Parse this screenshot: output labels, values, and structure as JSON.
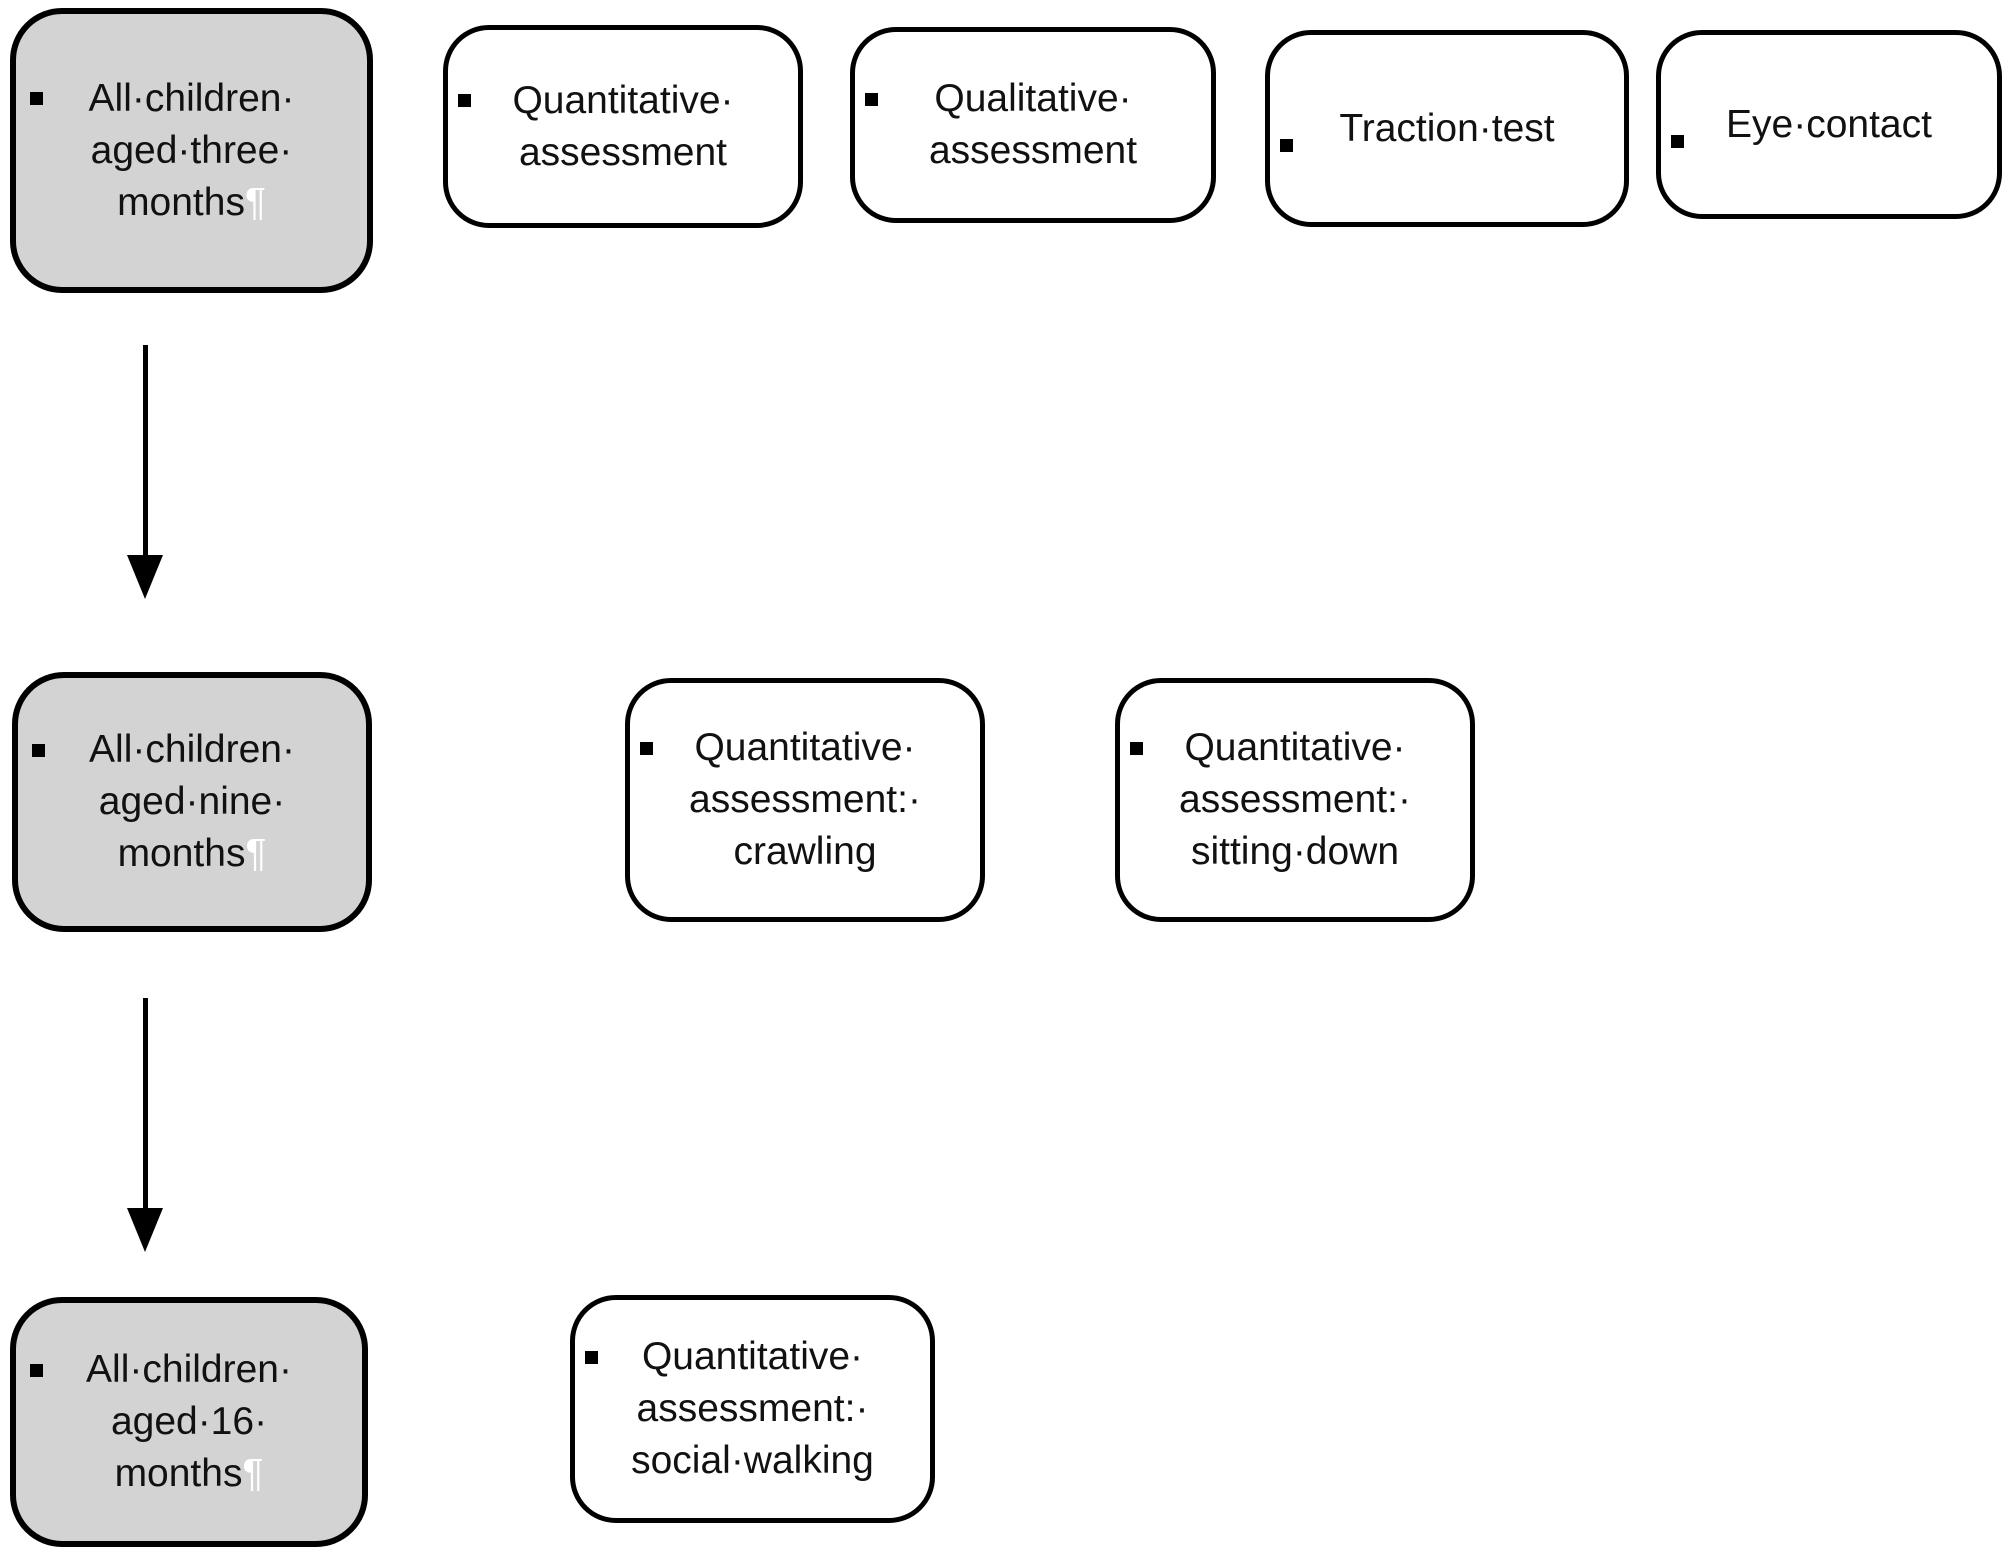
{
  "diagram": {
    "title_hint": "study flow of child assessments by age",
    "colors": {
      "background": "#ffffff",
      "stage_fill": "#d3d3d3",
      "item_fill": "#ffffff",
      "border": "#000000",
      "text": "#111111",
      "pilcrow": "#ffffff"
    },
    "icons": {
      "bullet": "square-bullet-icon",
      "arrow": "arrow-down-icon"
    },
    "rows": [
      {
        "stage": {
          "lines": [
            "All·children·",
            "aged·three·",
            "months"
          ],
          "mark": "¶"
        },
        "items": [
          {
            "lines": [
              "Quantitative·",
              "assessment"
            ]
          },
          {
            "lines": [
              "Qualitative·",
              "assessment"
            ]
          },
          {
            "lines": [
              "Traction·test"
            ]
          },
          {
            "lines": [
              "Eye·contact"
            ]
          }
        ]
      },
      {
        "stage": {
          "lines": [
            "All·children·",
            "aged·nine·",
            "months"
          ],
          "mark": "¶"
        },
        "items": [
          {
            "lines": [
              "Quantitative·",
              "assessment:·",
              "crawling"
            ]
          },
          {
            "lines": [
              "Quantitative·",
              "assessment:·",
              "sitting·down"
            ]
          }
        ]
      },
      {
        "stage": {
          "lines": [
            "All·children·",
            "aged·16·",
            "months"
          ],
          "mark": "¶"
        },
        "items": [
          {
            "lines": [
              "Quantitative·",
              "assessment:·",
              "social·walking"
            ]
          }
        ]
      }
    ]
  }
}
